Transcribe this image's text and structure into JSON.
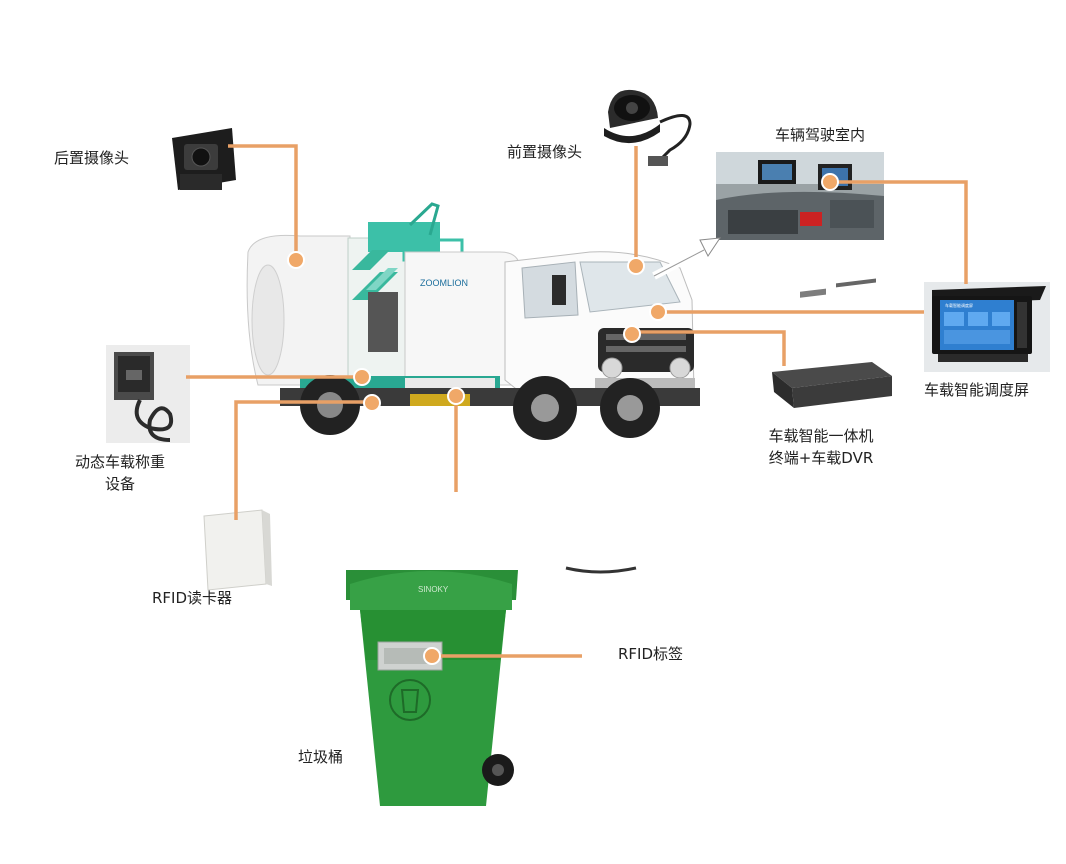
{
  "labels": {
    "rear_camera": "后置摄像头",
    "front_camera": "前置摄像头",
    "cab_interior": "车辆驾驶室内",
    "dispatch_screen": "车载智能调度屏",
    "terminal_line1": "车载智能一体机",
    "terminal_line2": "终端+车载DVR",
    "weighing_line1": "动态车载称重",
    "weighing_line2": "设备",
    "rfid_reader": "RFID读卡器",
    "rfid_tag": "RFID标签",
    "trash_bin": "垃圾桶"
  },
  "truck_brand": "ZOOMLION",
  "bin_brand": "SINOKY",
  "screen_title": "车载智能调度屏",
  "colors": {
    "connector": "#e8a066",
    "connector_dot": "#f0a868",
    "bin_green": "#2e9a3e",
    "truck_teal": "#2bb5a0",
    "screen_blue": "#2f7fd0"
  }
}
